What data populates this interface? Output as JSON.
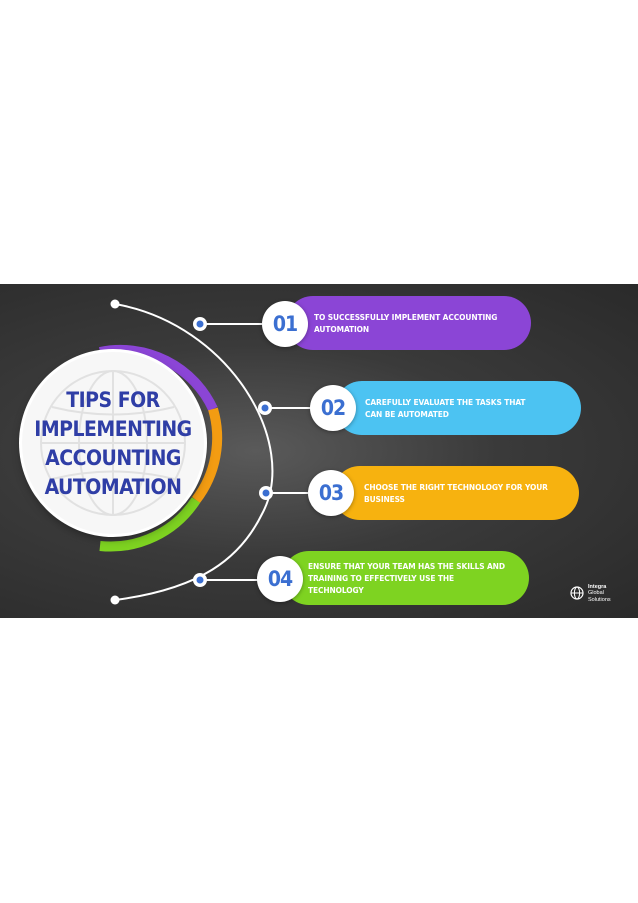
{
  "title_lines": [
    "TIPS FOR",
    "IMPLEMENTING",
    "ACCOUNTING",
    "AUTOMATION"
  ],
  "tips": [
    {
      "number": "01",
      "text": "TO SUCCESSFULLY IMPLEMENT ACCOUNTING AUTOMATION",
      "color": "#8b45d6"
    },
    {
      "number": "02",
      "text": "CAREFULLY EVALUATE THE TASKS THAT CAN BE AUTOMATED",
      "color": "#4cc3f2"
    },
    {
      "number": "03",
      "text": "CHOOSE THE RIGHT TECHNOLOGY FOR YOUR BUSINESS",
      "color": "#f7b20f"
    },
    {
      "number": "04",
      "text": "ENSURE THAT YOUR TEAM HAS THE SKILLS AND TRAINING TO EFFECTIVELY USE THE TECHNOLOGY",
      "color": "#7ed321"
    }
  ],
  "accents": {
    "arc_purple": "#8b45d6",
    "arc_orange": "#f39c12",
    "arc_green": "#7ed321",
    "number_blue": "#3b6fd1",
    "title_blue": "#2f3ea6"
  },
  "logo": {
    "icon": "globe-icon",
    "lines": [
      "Integra",
      "Global",
      "Solutions"
    ]
  }
}
